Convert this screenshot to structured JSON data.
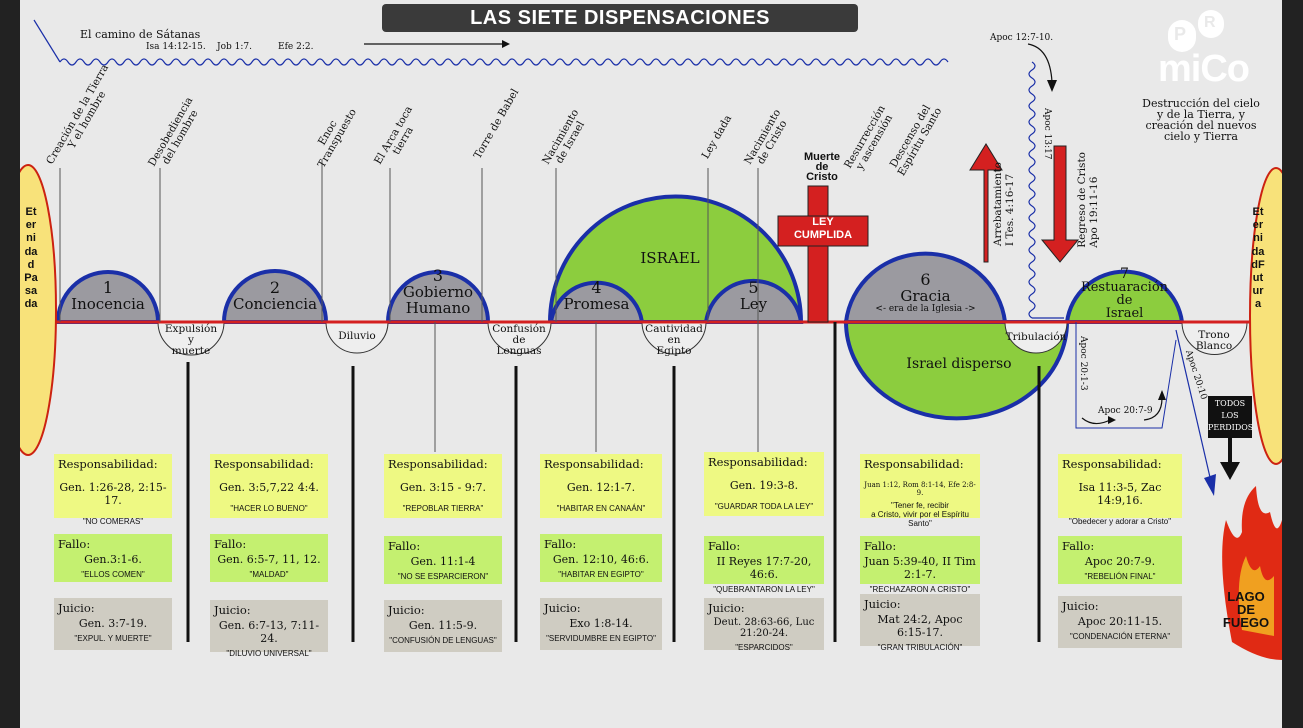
{
  "title": "LAS SIETE DISPENSACIONES",
  "logo": {
    "p": "P",
    "r": "R",
    "mico": "miCo"
  },
  "camino": {
    "label": "El camino de Sátanas",
    "refs": [
      "Isa 14:12-15.",
      "Job 1:7.",
      "Efe 2:2."
    ]
  },
  "apoc_top": "Apoc 12:7-10.",
  "apoc_1317": "Apoc 13:17",
  "destruccion": "Destrucción del cielo y de la Tierra, y creación del nuevos cielo y Tierra",
  "eternidad_pasada": "EternidadPasada",
  "eternidad_futura": "EternidadFutura",
  "events": [
    "Creación de la Tierra\nY el hombre",
    "Desobediencia\ndel hombre",
    "Enoc\nTranspuesto",
    "El Arca toca\ntierra",
    "Torre de Babel",
    "Nacimiento\nde Israel",
    "Ley dada",
    "Nacimiento\nde Cristo",
    "Resurrección\ny ascensión",
    "Descenso del\nEspíritu Santo"
  ],
  "muerte_cristo": "Muerte\nde\nCristo",
  "ley_cumplida": "LEY\nCUMPLIDA",
  "arrebatamiento": "Arrebatamiento\nI Tes. 4:16-17",
  "regreso": "Regreso de Cristo\nApo 19:11-16",
  "israel": "ISRAEL",
  "israel_disperso": "Israel disperso",
  "dispensations": [
    {
      "num": "1",
      "name": "Inocencia"
    },
    {
      "num": "2",
      "name": "Conciencia"
    },
    {
      "num": "3",
      "name": "Gobierno\nHumano"
    },
    {
      "num": "4",
      "name": "Promesa"
    },
    {
      "num": "5",
      "name": "Ley"
    },
    {
      "num": "6",
      "name": "Gracia",
      "sub": "<- era de la Iglesia ->"
    },
    {
      "num": "7",
      "name": "Restuaración\nde\nIsrael"
    }
  ],
  "gaps": [
    "Expulsión\ny\nmuerte",
    "Diluvio",
    "Confusión\nde\nLenguas",
    "Cautividad\nen\nEgipto",
    "Tribulación",
    "Trono\nBlanco"
  ],
  "apoc_201_3": "Apoc 20:1-3",
  "apoc_207_9": "Apoc 20:7-9",
  "apoc_2010": "Apoc 20:10",
  "todos_perdidos": "TODOS\nLOS\nPERDIDOS",
  "lago": "LAGO\nDE\nFUEGO",
  "labels": {
    "resp": "Responsabilidad:",
    "fallo": "Fallo:",
    "juicio": "Juicio:"
  },
  "columns": [
    {
      "resp_ref": "Gen. 1:26-28, 2:15-17.",
      "resp_q": "\"NO COMERAS\"",
      "fallo_ref": "Gen.3:1-6.",
      "fallo_q": "\"ELLOS COMEN\"",
      "juicio_ref": "Gen. 3:7-19.",
      "juicio_q": "\"EXPUL. Y MUERTE\""
    },
    {
      "resp_ref": "Gen. 3:5,7,22  4:4.",
      "resp_q": "\"HACER LO BUENO\"",
      "fallo_ref": "Gen. 6:5-7, 11, 12.",
      "fallo_q": "\"MALDAD\"",
      "juicio_ref": "Gen. 6:7-13, 7:11-24.",
      "juicio_q": "\"DILUVIO UNIVERSAL\""
    },
    {
      "resp_ref": "Gen. 3:15 -  9:7.",
      "resp_q": "\"REPOBLAR TIERRA\"",
      "fallo_ref": "Gen. 11:1-4",
      "fallo_q": "\"NO SE ESPARCIERON\"",
      "juicio_ref": "Gen. 11:5-9.",
      "juicio_q": "\"CONFUSIÓN DE LENGUAS\""
    },
    {
      "resp_ref": "Gen. 12:1-7.",
      "resp_q": "\"HABITAR EN CANAÁN\"",
      "fallo_ref": "Gen. 12:10, 46:6.",
      "fallo_q": "\"HABITAR EN EGIPTO\"",
      "juicio_ref": "Exo 1:8-14.",
      "juicio_q": "\"SERVIDUMBRE EN EGIPTO\""
    },
    {
      "resp_ref": "Gen. 19:3-8.",
      "resp_q": "\"GUARDAR TODA LA LEY\"",
      "fallo_ref": "II Reyes 17:7-20, 46:6.",
      "fallo_q": "\"QUEBRANTARON LA LEY\"",
      "juicio_ref": "Deut. 28:63-66, Luc 21:20-24.",
      "juicio_q": "\"ESPARCIDOS\""
    },
    {
      "resp_ref": "Juan 1:12, Rom 8:1-14, Efe 2:8-9.",
      "resp_q": "\"Tener fe, recibir\na Cristo, vivir por el Espíritu\nSanto\"",
      "fallo_ref": "Juan 5:39-40, II Tim 2:1-7.",
      "fallo_q": "\"RECHAZARON A CRISTO\"",
      "juicio_ref": "Mat 24:2, Apoc 6:15-17.",
      "juicio_q": "\"GRAN TRIBULACIÓN\""
    },
    {
      "resp_ref": "Isa 11:3-5, Zac 14:9,16.",
      "resp_q": "\"Obedecer y adorar a Cristo\"",
      "fallo_ref": "Apoc 20:7-9.",
      "fallo_q": "\"REBELIÓN FINAL\"",
      "juicio_ref": "Apoc 20:11-15.",
      "juicio_q": "\"CONDENACIÓN ETERNA\""
    }
  ]
}
